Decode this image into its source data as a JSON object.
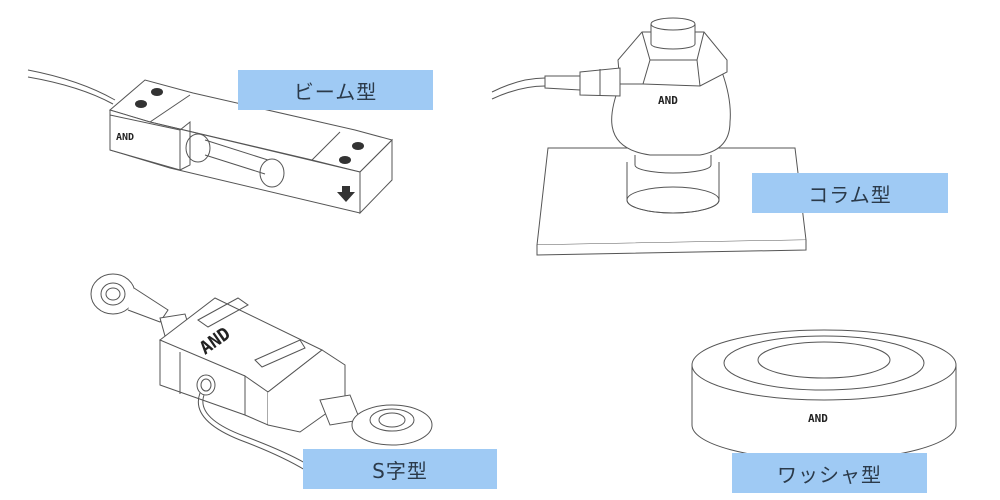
{
  "figure": {
    "background": "#ffffff",
    "label_color": "#9fcaf4",
    "label_text_color": "#2b3a4a",
    "brand_mark": "AND",
    "items": [
      {
        "id": "beam",
        "label": "ビーム型",
        "brand": "AND"
      },
      {
        "id": "column",
        "label": "コラム型",
        "brand": "AND"
      },
      {
        "id": "s-type",
        "label": "S字型",
        "brand": "AND"
      },
      {
        "id": "washer",
        "label": "ワッシャ型",
        "brand": "AND"
      }
    ]
  }
}
